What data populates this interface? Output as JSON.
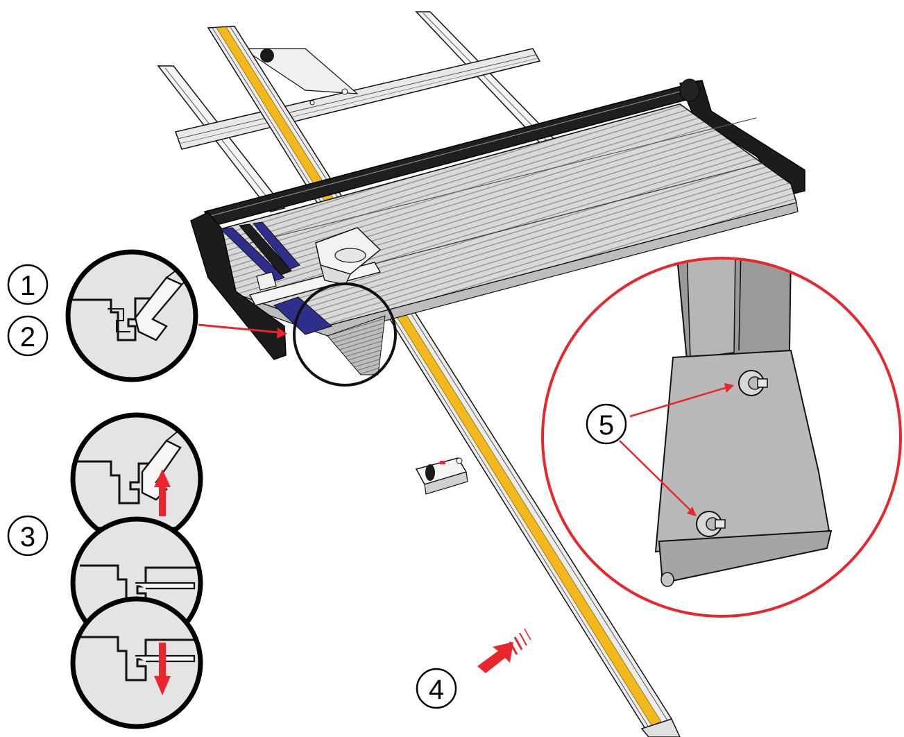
{
  "steps": {
    "step1": "1",
    "step2": "2",
    "step3": "3",
    "step4": "4",
    "step5": "5"
  },
  "colors": {
    "accent_red": "#e8262b",
    "rail_yellow": "#f2b81c",
    "strip_blue": "#2e2f8c",
    "metal_grey": "#c8c8c8",
    "dark_grey": "#2b2b2b"
  },
  "icons": {
    "callout_arrow": "red-arrow-icon",
    "slide_direction": "motion-arrow-icon",
    "up_arrow": "up-arrow-icon",
    "down_arrow": "down-arrow-icon"
  }
}
